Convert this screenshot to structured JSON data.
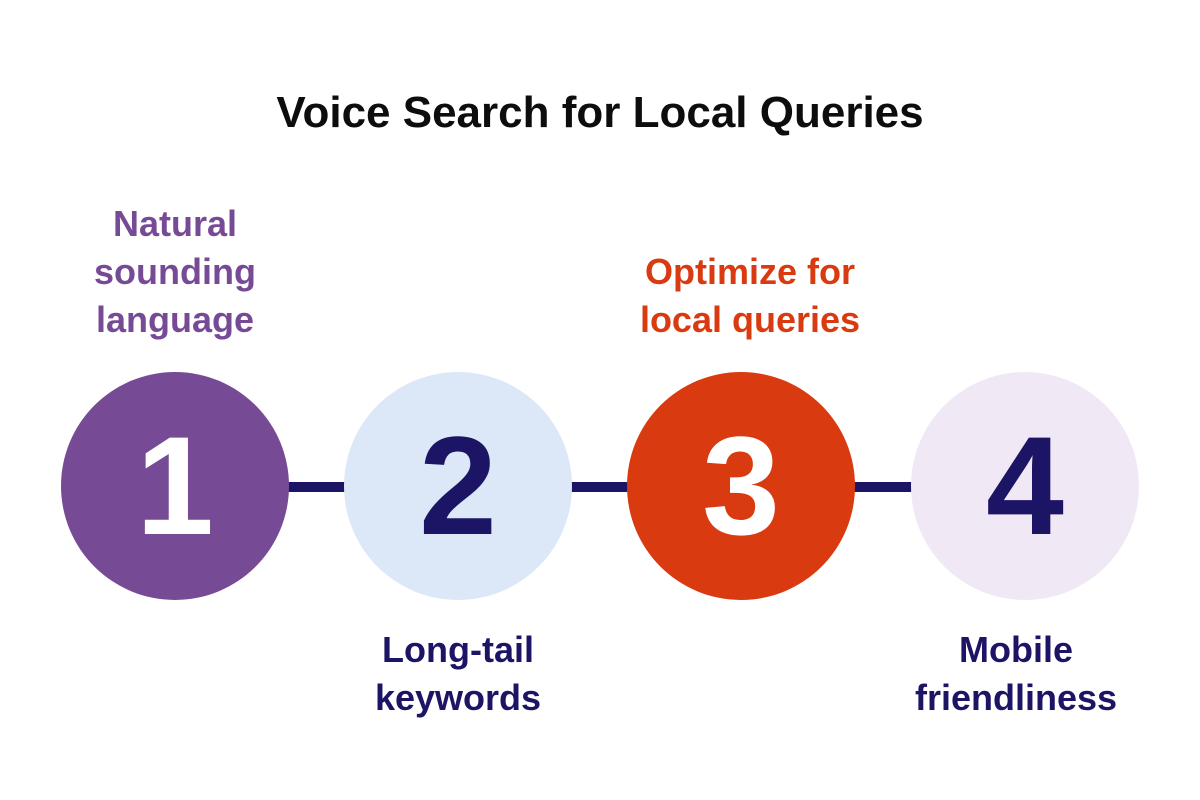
{
  "title": "Voice Search for Local Queries",
  "colors": {
    "purple": "#774a96",
    "light_blue": "#dce8f8",
    "orange": "#d93a10",
    "lavender": "#f0e9f5",
    "navy": "#1c1464"
  },
  "steps": [
    {
      "number": "1",
      "label_lines": [
        "Natural",
        "sounding",
        "language"
      ]
    },
    {
      "number": "2",
      "label_lines": [
        "Long-tail",
        "keywords"
      ]
    },
    {
      "number": "3",
      "label_lines": [
        "Optimize for",
        "local queries"
      ]
    },
    {
      "number": "4",
      "label_lines": [
        "Mobile",
        "friendliness"
      ]
    }
  ]
}
